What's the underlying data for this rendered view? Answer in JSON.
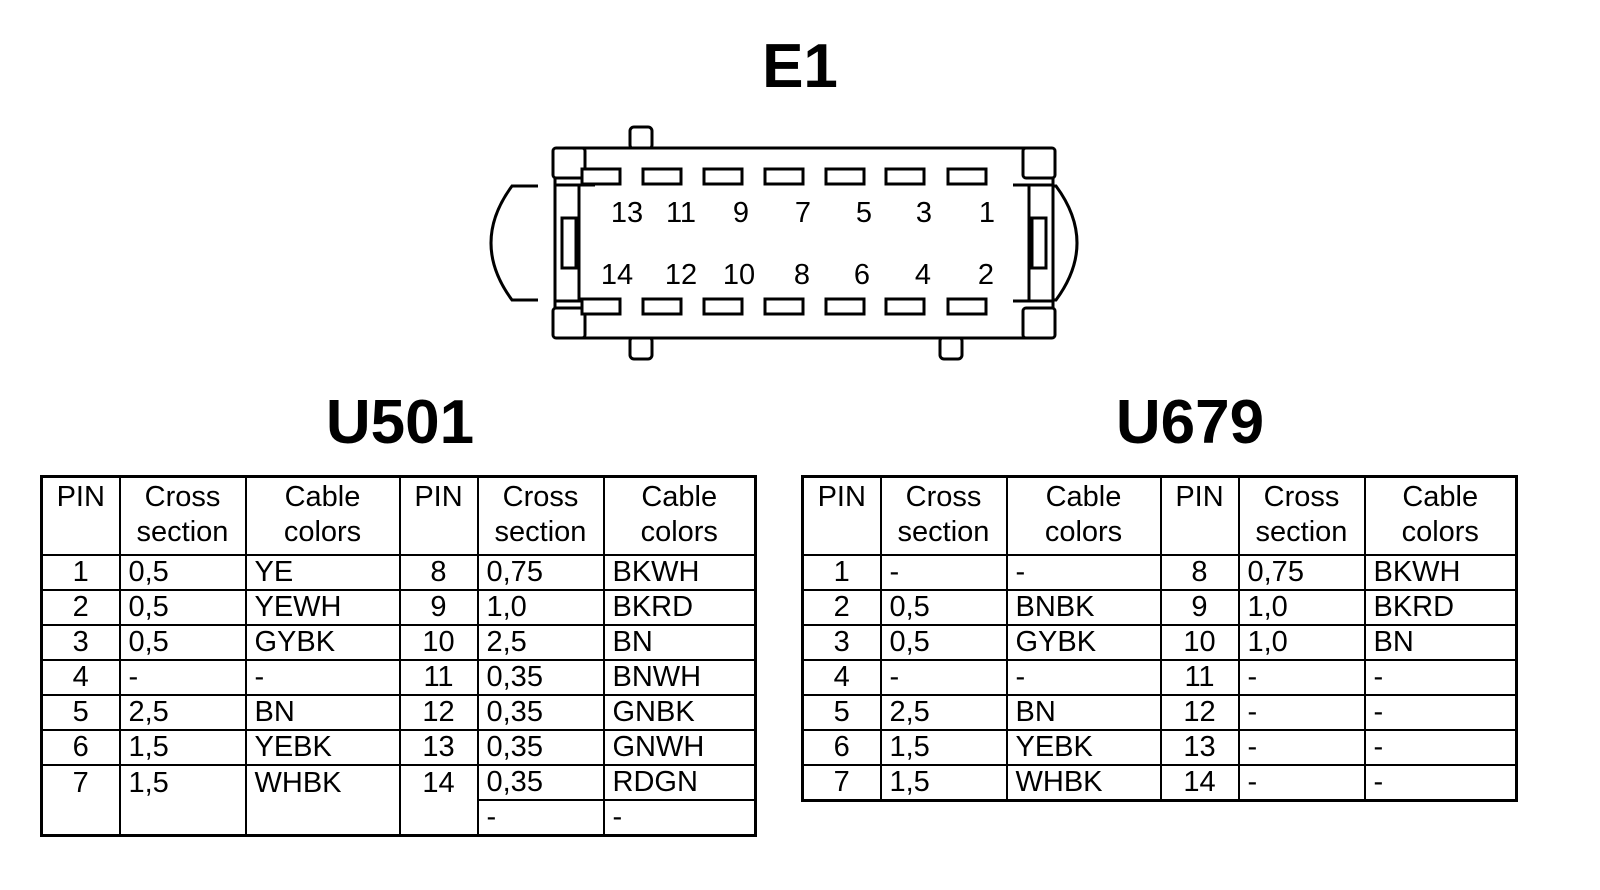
{
  "connector": {
    "title": "E1",
    "top_row_pins": [
      "13",
      "11",
      "9",
      "7",
      "5",
      "3",
      "1"
    ],
    "bottom_row_pins": [
      "14",
      "12",
      "10",
      "8",
      "6",
      "4",
      "2"
    ]
  },
  "u501": {
    "title": "U501",
    "headers": {
      "pin": "PIN",
      "cross1": "Cross",
      "cross2": "section",
      "cable1": "Cable",
      "cable2": "colors"
    },
    "rows": [
      {
        "pin_a": "1",
        "cs_a": "0,5",
        "color_a": "YE",
        "pin_b": "8",
        "cs_b": "0,75",
        "color_b": "BKWH"
      },
      {
        "pin_a": "2",
        "cs_a": "0,5",
        "color_a": "YEWH",
        "pin_b": "9",
        "cs_b": "1,0",
        "color_b": "BKRD"
      },
      {
        "pin_a": "3",
        "cs_a": "0,5",
        "color_a": "GYBK",
        "pin_b": "10",
        "cs_b": "2,5",
        "color_b": "BN"
      },
      {
        "pin_a": "4",
        "cs_a": "-",
        "color_a": "-",
        "pin_b": "11",
        "cs_b": "0,35",
        "color_b": "BNWH"
      },
      {
        "pin_a": "5",
        "cs_a": "2,5",
        "color_a": "BN",
        "pin_b": "12",
        "cs_b": "0,35",
        "color_b": "GNBK"
      },
      {
        "pin_a": "6",
        "cs_a": "1,5",
        "color_a": "YEBK",
        "pin_b": "13",
        "cs_b": "0,35",
        "color_b": "GNWH"
      },
      {
        "pin_a": "7",
        "cs_a": "1,5",
        "color_a": "WHBK",
        "pin_b": "14",
        "cs_b": "0,35",
        "color_b": "RDGN"
      }
    ],
    "extra_row": {
      "cs_b": "-",
      "color_b": "-"
    }
  },
  "u679": {
    "title": "U679",
    "headers": {
      "pin": "PIN",
      "cross1": "Cross",
      "cross2": "section",
      "cable1": "Cable",
      "cable2": "colors"
    },
    "rows": [
      {
        "pin_a": "1",
        "cs_a": "-",
        "color_a": "-",
        "pin_b": "8",
        "cs_b": "0,75",
        "color_b": "BKWH"
      },
      {
        "pin_a": "2",
        "cs_a": "0,5",
        "color_a": "BNBK",
        "pin_b": "9",
        "cs_b": "1,0",
        "color_b": "BKRD"
      },
      {
        "pin_a": "3",
        "cs_a": "0,5",
        "color_a": "GYBK",
        "pin_b": "10",
        "cs_b": "1,0",
        "color_b": "BN"
      },
      {
        "pin_a": "4",
        "cs_a": "-",
        "color_a": "-",
        "pin_b": "11",
        "cs_b": "-",
        "color_b": "-"
      },
      {
        "pin_a": "5",
        "cs_a": "2,5",
        "color_a": "BN",
        "pin_b": "12",
        "cs_b": "-",
        "color_b": "-"
      },
      {
        "pin_a": "6",
        "cs_a": "1,5",
        "color_a": "YEBK",
        "pin_b": "13",
        "cs_b": "-",
        "color_b": "-"
      },
      {
        "pin_a": "7",
        "cs_a": "1,5",
        "color_a": "WHBK",
        "pin_b": "14",
        "cs_b": "-",
        "color_b": "-"
      }
    ]
  }
}
